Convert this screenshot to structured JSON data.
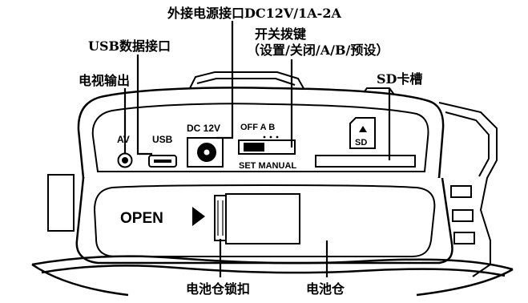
{
  "callouts": {
    "av_output": "电视输出",
    "usb_port": "USB数据接口",
    "dc_port": "外接电源接口DC12V/1A-2A",
    "switch_title": "开关拨键",
    "switch_modes": "（设置/关闭/A/B/预设）",
    "sd_slot": "SD卡槽",
    "battery_lock": "电池仓锁扣",
    "battery_compartment": "电池仓"
  },
  "panel_labels": {
    "av": "AV",
    "usb": "USB",
    "dc": "DC 12V",
    "switch_top": "OFF A B",
    "switch_bottom": "SET MANUAL",
    "sd": "SD",
    "open": "OPEN"
  }
}
